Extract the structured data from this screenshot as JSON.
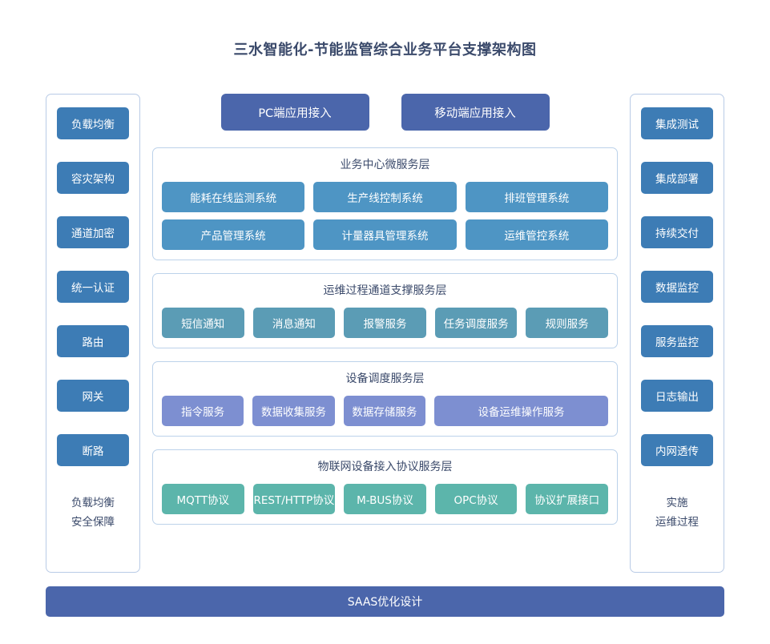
{
  "title": "三水智能化-节能监管综合业务平台支撑架构图",
  "colors": {
    "title_text": "#3b4a6b",
    "side_chip": "#3d7cb5",
    "entry_button": "#4b66ab",
    "business_chip": "#4e95c4",
    "ops_chip": "#5b9cb5",
    "device_chip": "#7d8fd1",
    "iot_chip": "#5cb5ab",
    "bottom_bar": "#4b66ab",
    "panel_border": "#bcd2ea",
    "side_border": "#b9cbe6"
  },
  "left_column": {
    "items": [
      {
        "label": "负载均衡"
      },
      {
        "label": "容灾架构"
      },
      {
        "label": "通道加密"
      },
      {
        "label": "统一认证"
      },
      {
        "label": "路由"
      },
      {
        "label": "网关"
      },
      {
        "label": "断路"
      }
    ],
    "footer_line1": "负载均衡",
    "footer_line2": "安全保障"
  },
  "right_column": {
    "items": [
      {
        "label": "集成测试"
      },
      {
        "label": "集成部署"
      },
      {
        "label": "持续交付"
      },
      {
        "label": "数据监控"
      },
      {
        "label": "服务监控"
      },
      {
        "label": "日志输出"
      },
      {
        "label": "内网透传"
      }
    ],
    "footer_line1": "实施",
    "footer_line2": "运维过程"
  },
  "entry": {
    "buttons": [
      {
        "label": "PC端应用接入"
      },
      {
        "label": "移动端应用接入"
      }
    ]
  },
  "layers": [
    {
      "id": "business",
      "title": "业务中心微服务层",
      "rows": [
        [
          {
            "label": "能耗在线监测系统"
          },
          {
            "label": "生产线控制系统"
          },
          {
            "label": "排班管理系统"
          }
        ],
        [
          {
            "label": "产品管理系统"
          },
          {
            "label": "计量器具管理系统"
          },
          {
            "label": "运维管控系统"
          }
        ]
      ]
    },
    {
      "id": "ops",
      "title": "运维过程通道支撑服务层",
      "rows": [
        [
          {
            "label": "短信通知"
          },
          {
            "label": "消息通知"
          },
          {
            "label": "报警服务"
          },
          {
            "label": "任务调度服务"
          },
          {
            "label": "规则服务"
          }
        ]
      ]
    },
    {
      "id": "device",
      "title": "设备调度服务层",
      "rows": [
        [
          {
            "label": "指令服务"
          },
          {
            "label": "数据收集服务"
          },
          {
            "label": "数据存储服务"
          },
          {
            "label": "设备运维操作服务",
            "wide": true
          }
        ]
      ]
    },
    {
      "id": "iot",
      "title": "物联网设备接入协议服务层",
      "rows": [
        [
          {
            "label": "MQTT协议"
          },
          {
            "label": "REST/HTTP协议"
          },
          {
            "label": "M-BUS协议"
          },
          {
            "label": "OPC协议"
          },
          {
            "label": "协议扩展接口"
          }
        ]
      ]
    }
  ],
  "bottom_bar": {
    "label": "SAAS优化设计"
  }
}
